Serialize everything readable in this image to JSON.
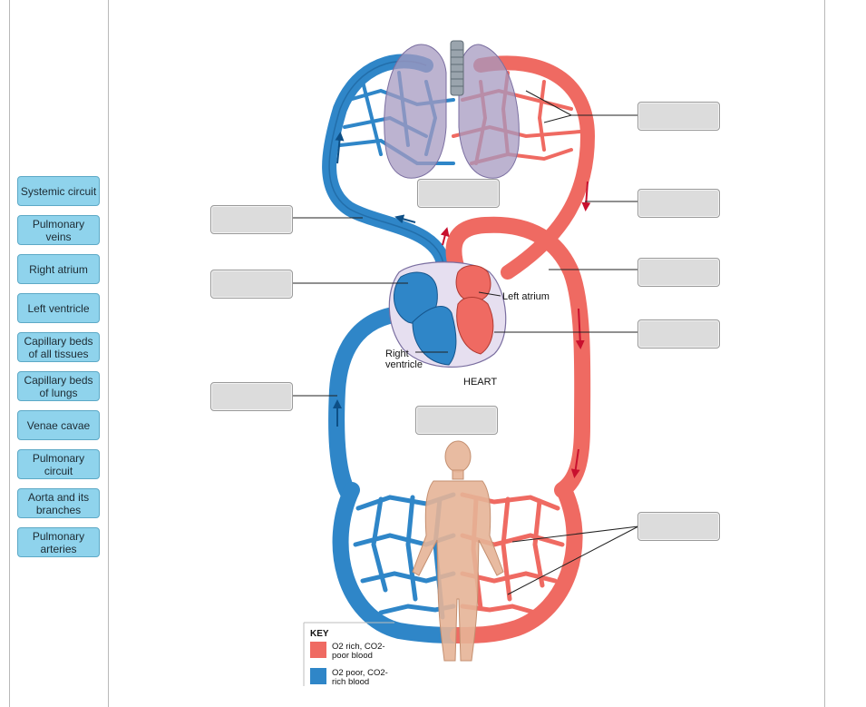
{
  "label_bank": [
    "Systemic circuit",
    "Pulmonary\nveins",
    "Right atrium",
    "Left ventricle",
    "Capillary beds\nof all tissues",
    "Capillary beds\nof lungs",
    "Venae cavae",
    "Pulmonary\ncircuit",
    "Aorta and its\nbranches",
    "Pulmonary\narteries"
  ],
  "diagram_labels": {
    "left_atrium": "Left atrium",
    "right_ventricle_line1": "Right",
    "right_ventricle_line2": "ventricle",
    "heart": "HEART"
  },
  "key": {
    "title": "KEY",
    "oxygen_rich_line1": "O2 rich, CO2-",
    "oxygen_rich_line2": "poor blood",
    "oxygen_poor_line1": "O2 poor, CO2-",
    "oxygen_poor_line2": "rich blood"
  },
  "colors": {
    "oxygen_rich": "#ef6a62",
    "oxygen_poor": "#2f86c8",
    "label_chip": "#8fd3ec",
    "drop_target": "#dcdcdc"
  }
}
